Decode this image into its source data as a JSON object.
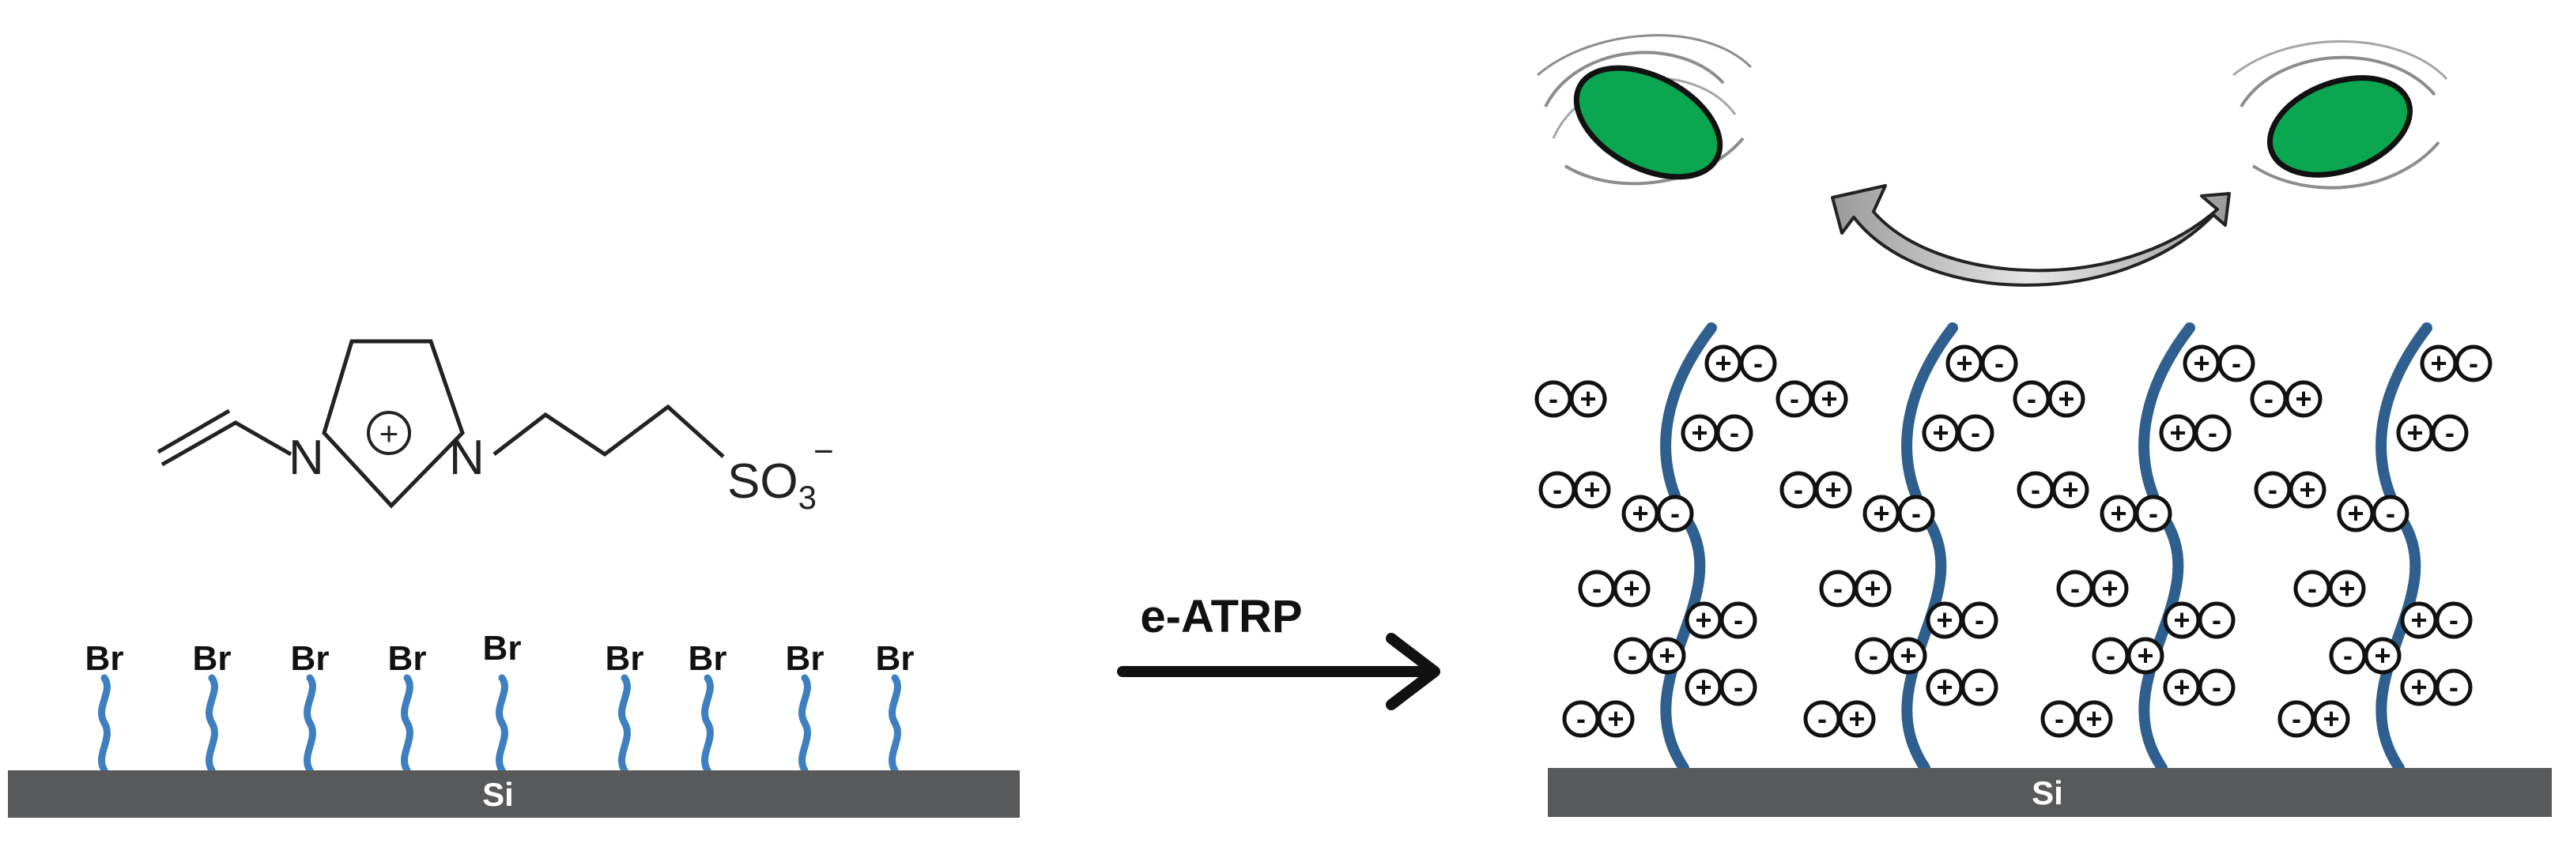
{
  "monomer": {
    "n1": "N",
    "n2": "N",
    "plus": "+",
    "so3": "SO",
    "so3_sub": "3",
    "so3_charge": "−"
  },
  "left_substrate": {
    "label": "Si",
    "initiator_label": "Br",
    "initiator_count": 9
  },
  "reaction": {
    "arrow_label": "e-ATRP"
  },
  "right_substrate": {
    "label": "Si",
    "brush_count": 4,
    "plus_symbol": "+",
    "minus_symbol": "-"
  },
  "colors": {
    "substrate": "#58595b",
    "chain": "#3d7fc1",
    "brush": "#2e5f8f",
    "bacteria": "#0aa650",
    "arrow": "#111111"
  },
  "icons": {
    "bacterium": "bacterium-icon",
    "release_arrow": "curved-arrow-icon",
    "reaction_arrow": "arrow-right-icon"
  }
}
